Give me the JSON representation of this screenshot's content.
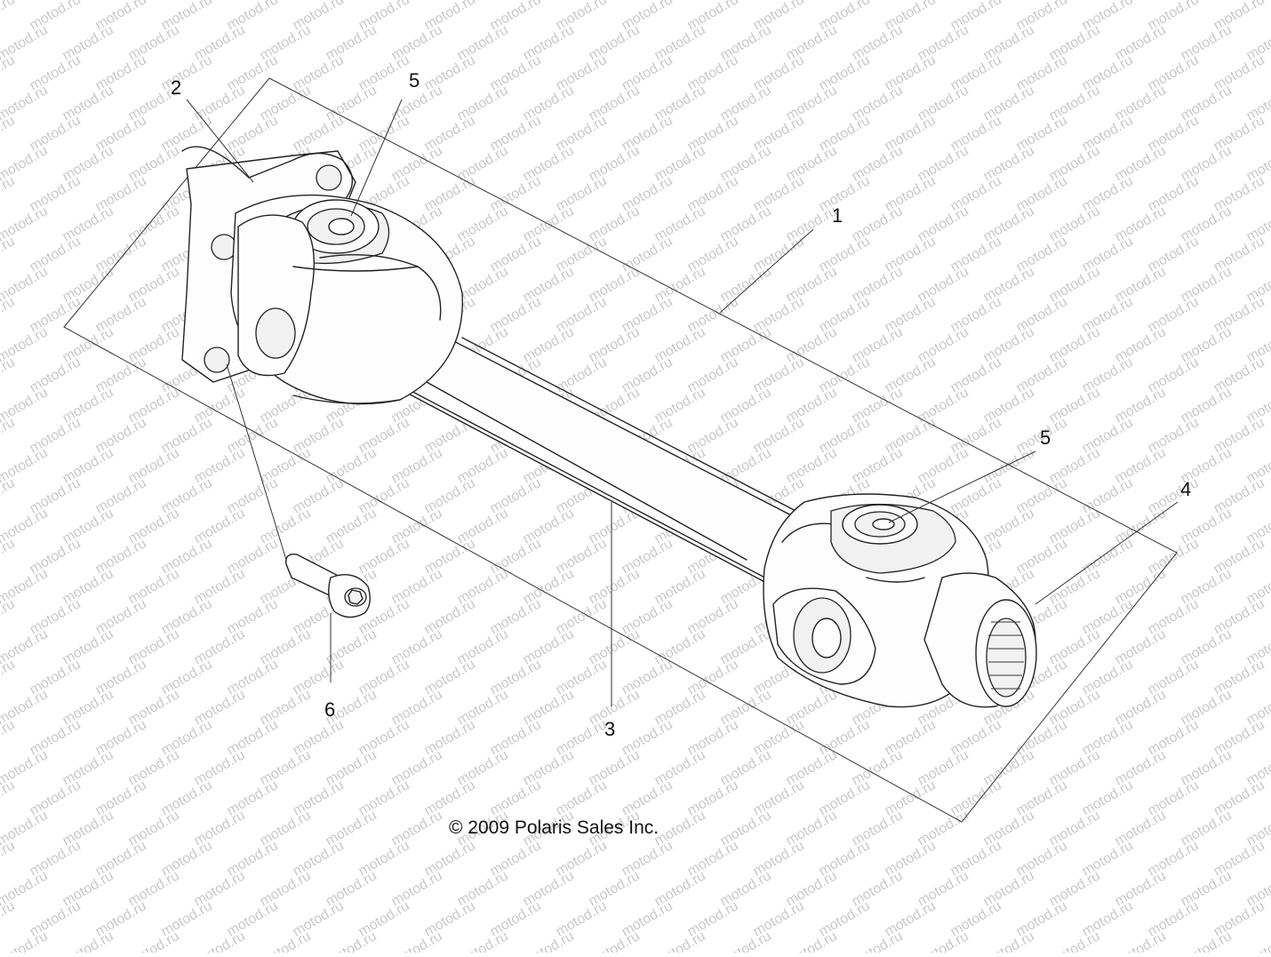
{
  "diagram": {
    "callouts": [
      {
        "id": "1",
        "label": "1"
      },
      {
        "id": "2",
        "label": "2"
      },
      {
        "id": "3",
        "label": "3"
      },
      {
        "id": "4",
        "label": "4"
      },
      {
        "id": "5a",
        "label": "5"
      },
      {
        "id": "5b",
        "label": "5"
      },
      {
        "id": "6",
        "label": "6"
      }
    ],
    "copyright": "© 2009 Polaris Sales Inc.",
    "watermark": "motod.ru"
  }
}
